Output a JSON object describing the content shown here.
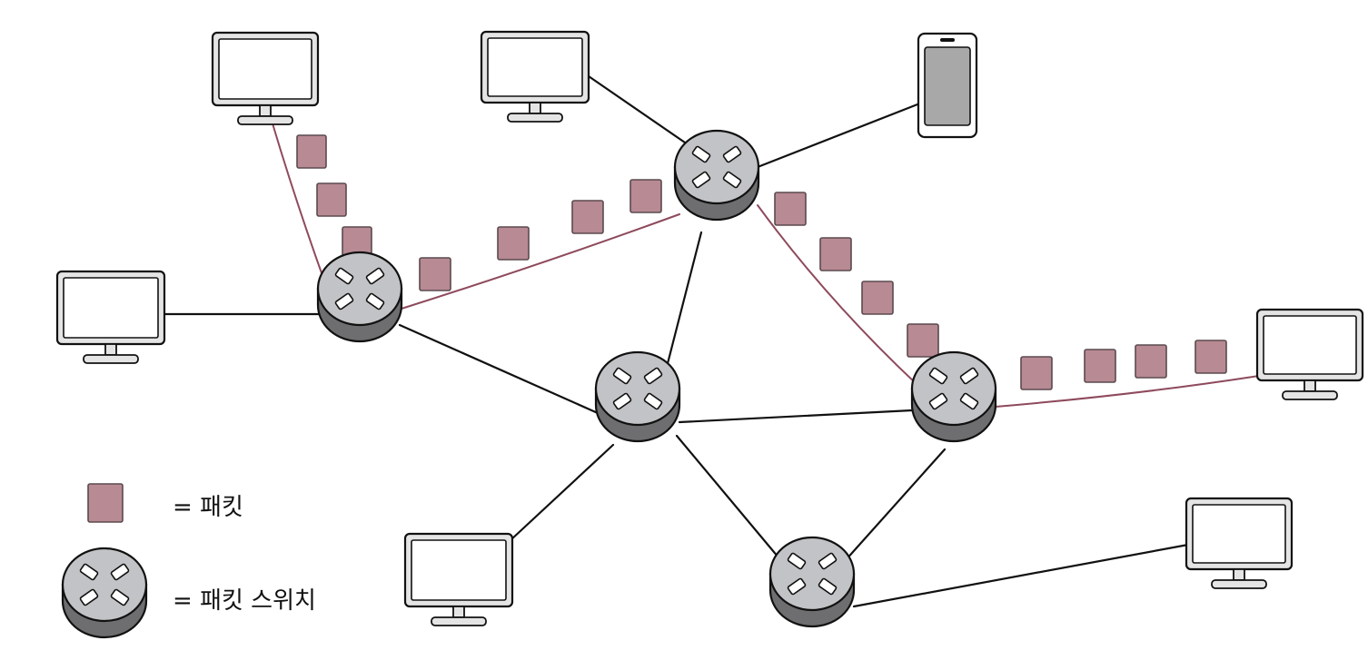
{
  "colors": {
    "packet_fill": "#b88a94",
    "packet_stroke": "#5a4a4f",
    "packet_path": "#8e4a5c",
    "link": "#111111",
    "switch_top": "#c2c3c6",
    "switch_body": "#6e6e70",
    "phone_screen": "#a8a8a8",
    "device_fill": "#e4e4e4"
  },
  "legend": {
    "packet_label": "= 패킷",
    "switch_label": "= 패킷 스위치"
  },
  "nodes": {
    "switches": [
      "switch-a",
      "switch-b",
      "switch-c",
      "switch-d",
      "switch-e"
    ],
    "devices": [
      "monitor-top-left",
      "monitor-top-center",
      "phone-top-right",
      "monitor-left",
      "monitor-right",
      "monitor-bottom-center",
      "monitor-bottom-right"
    ]
  }
}
